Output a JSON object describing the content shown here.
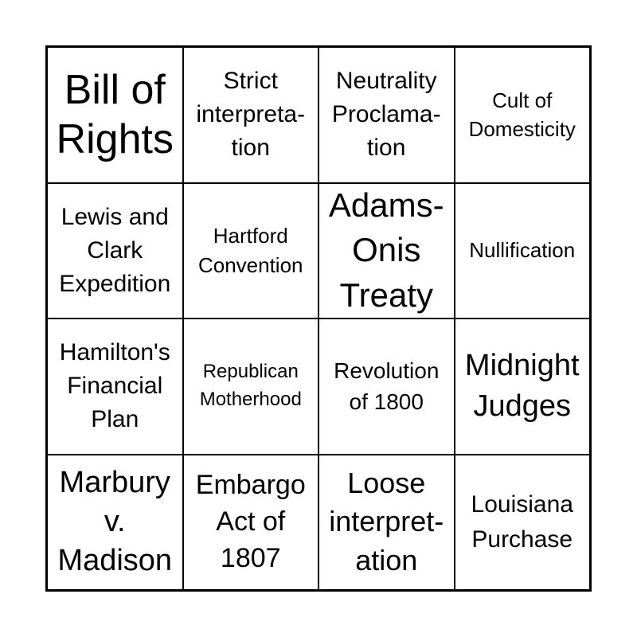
{
  "cells": [
    {
      "text": "Bill of\nRights"
    },
    {
      "text": "Strict\ninterpreta-\ntion"
    },
    {
      "text": "Neutrality\nProclama-\ntion"
    },
    {
      "text": "Cult of\nDomesticity"
    },
    {
      "text": "Lewis and\nClark\nExpedition"
    },
    {
      "text": "Hartford\nConvention"
    },
    {
      "text": "Adams-\nOnis\nTreaty"
    },
    {
      "text": "Nullification"
    },
    {
      "text": "Hamilton's\nFinancial\nPlan"
    },
    {
      "text": "Republican\nMotherhood"
    },
    {
      "text": "Revolution\nof 1800"
    },
    {
      "text": "Midnight\nJudges"
    },
    {
      "text": "Marbury\nv.\nMadison"
    },
    {
      "text": "Embargo\nAct of\n1807"
    },
    {
      "text": "Loose\ninterpret-\nation"
    },
    {
      "text": "Louisiana\nPurchase"
    }
  ]
}
